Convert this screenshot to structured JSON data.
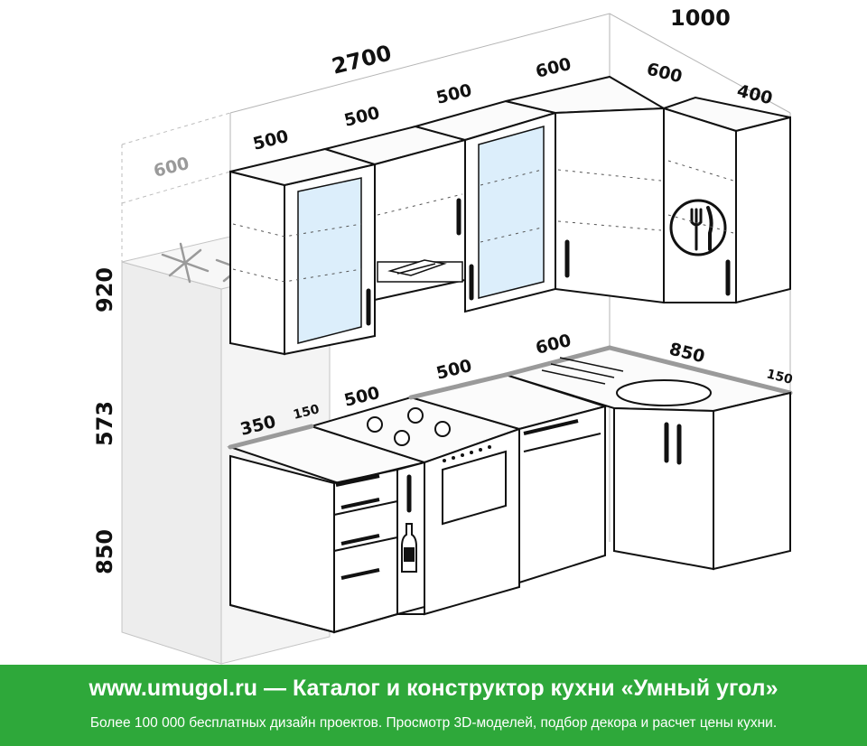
{
  "dimensions": {
    "total_width": "2700",
    "side_width": "1000",
    "fridge_depth": "600",
    "upper_widths": [
      "500",
      "500",
      "500",
      "600",
      "600",
      "400"
    ],
    "lower_widths": [
      "350",
      "150",
      "500",
      "500",
      "600",
      "850",
      "150"
    ],
    "heights": [
      "920",
      "573",
      "850"
    ]
  },
  "icons": {
    "snowflake": "snowflake-icon",
    "cutlery": "fork-knife-icon",
    "bottle": "bottle-icon",
    "hob": "gas-hob-icon",
    "sink": "sink-icon"
  },
  "colors": {
    "banner": "#2ea83a",
    "glass": "#dceefb",
    "fridge": "#ededed",
    "worktop_edge": "#9a9a9a"
  },
  "footer": {
    "title": "www.umugol.ru  —  Каталог и конструктор кухни «Умный угол»",
    "subtitle": "Более 100 000 бесплатных дизайн проектов. Просмотр 3D-моделей, подбор декора и расчет цены кухни."
  }
}
